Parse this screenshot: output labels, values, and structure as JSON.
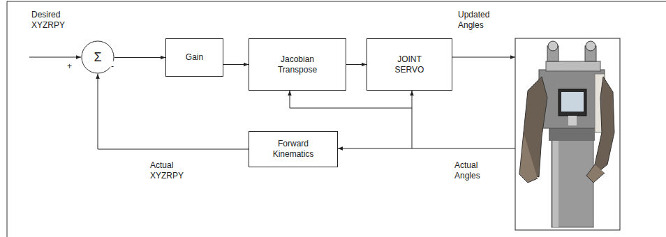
{
  "diagram": {
    "nodes": [
      {
        "text": [
          "Σ"
        ]
      },
      {
        "text": [
          "Gain"
        ]
      },
      {
        "text": [
          "Jacobian Transpose"
        ]
      },
      {
        "text": [
          "JOINT SERVO"
        ]
      },
      {
        "text": [
          "Forward Kinematics"
        ]
      }
    ],
    "edges": [
      {
        "from": 0,
        "to": 1,
        "arrow": "to"
      },
      {
        "from": 1,
        "to": 2,
        "arrow": "to"
      },
      {
        "from": 2,
        "to": 3,
        "arrow": "to"
      },
      {
        "from": 4,
        "to": 0,
        "arrow": "to"
      }
    ],
    "labels": [
      "Desired XYZRPY",
      "+",
      "-",
      "Updated Angles",
      "Actual XYZRPY",
      "Actual Angles"
    ]
  }
}
